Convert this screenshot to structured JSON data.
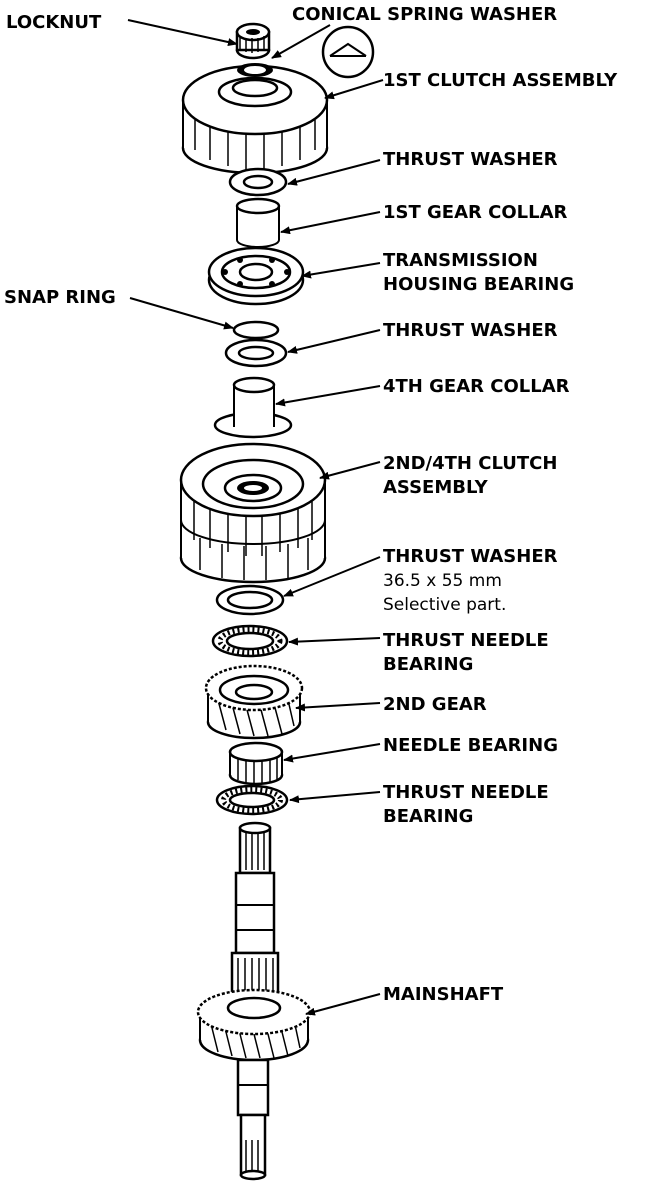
{
  "labels": {
    "locknut": "LOCKNUT",
    "conical_spring_washer": "CONICAL SPRING WASHER",
    "first_clutch_assembly": "1ST CLUTCH ASSEMBLY",
    "thrust_washer_1": "THRUST WASHER",
    "first_gear_collar": "1ST GEAR COLLAR",
    "transmission_housing_bearing_l1": "TRANSMISSION",
    "transmission_housing_bearing_l2": "HOUSING BEARING",
    "snap_ring": "SNAP RING",
    "thrust_washer_2": "THRUST WASHER",
    "fourth_gear_collar": "4TH GEAR COLLAR",
    "second_fourth_clutch_l1": "2ND/4TH CLUTCH",
    "second_fourth_clutch_l2": "ASSEMBLY",
    "thrust_washer_3": "THRUST WASHER",
    "thrust_washer_3_size": "36.5 x 55 mm",
    "thrust_washer_3_note": "Selective part.",
    "thrust_needle_bearing_1_l1": "THRUST NEEDLE",
    "thrust_needle_bearing_1_l2": "BEARING",
    "second_gear": "2ND GEAR",
    "needle_bearing": "NEEDLE BEARING",
    "thrust_needle_bearing_2_l1": "THRUST NEEDLE",
    "thrust_needle_bearing_2_l2": "BEARING",
    "mainshaft": "MAINSHAFT"
  }
}
